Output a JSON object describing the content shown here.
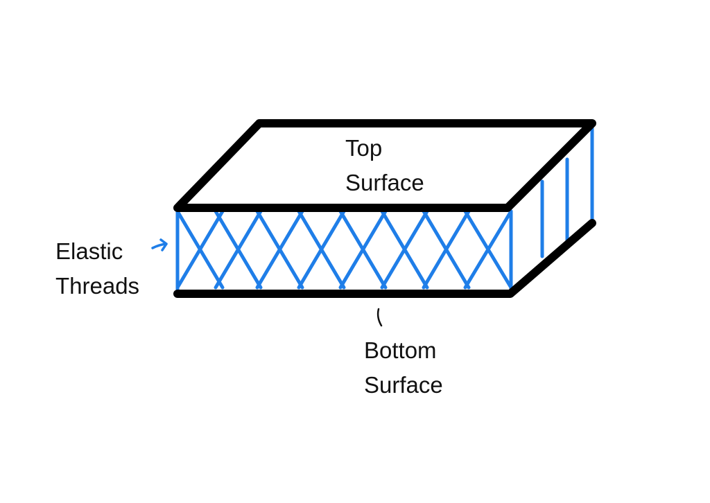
{
  "diagram": {
    "labels": {
      "top_surface": [
        "Top",
        "Surface"
      ],
      "elastic_threads": [
        "Elastic",
        "Threads"
      ],
      "bottom_surface": [
        "Bottom",
        "Surface"
      ]
    },
    "colors": {
      "outline": "#000000",
      "threads": "#1f7ee8",
      "background": "#ffffff"
    }
  }
}
